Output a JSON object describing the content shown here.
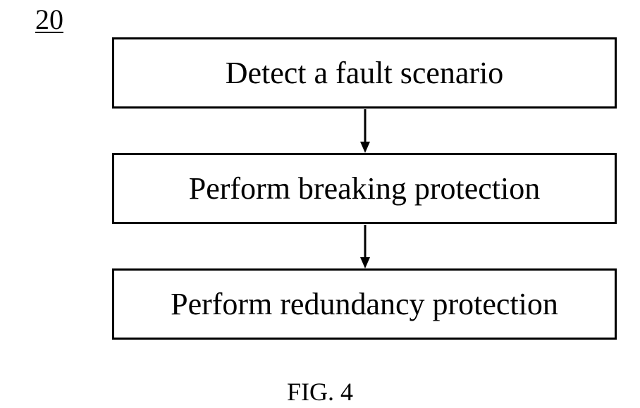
{
  "figure": {
    "reference_number": "20",
    "caption": "FIG. 4"
  },
  "steps": [
    {
      "label": "Detect a fault scenario"
    },
    {
      "label": "Perform breaking protection"
    },
    {
      "label": "Perform redundancy protection"
    }
  ]
}
